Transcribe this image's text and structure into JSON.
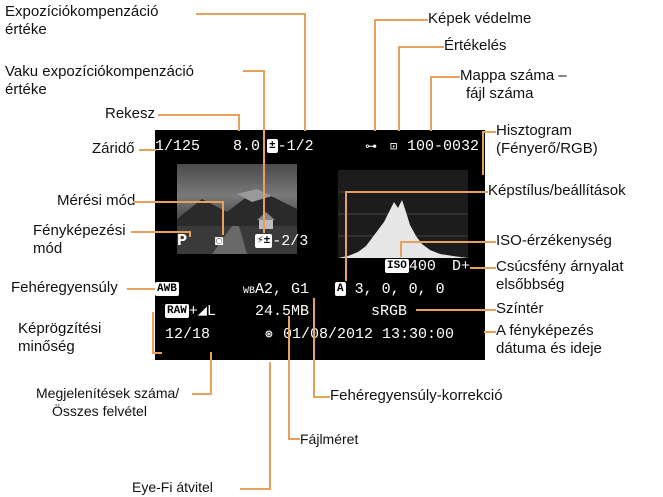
{
  "labels": {
    "exp_comp": [
      "Expozíciókompenzáció",
      "értéke"
    ],
    "flash_comp": [
      "Vaku expozíciókompenzáció",
      "értéke"
    ],
    "aperture": "Rekesz",
    "shutter": "Záridő",
    "metering": "Mérési mód",
    "shooting_mode": [
      "Fényképezési",
      "mód"
    ],
    "white_balance": "Fehéregyensúly",
    "image_quality": [
      "Képrögzítési",
      "minőség"
    ],
    "playback_count": [
      "Megjelenítések száma/",
      "Összes felvétel"
    ],
    "eyefi": "Eye-Fi átvitel",
    "file_size": "Fájlméret",
    "wb_correction": "Fehéregyensúly-korrekció",
    "protect": "Képek védelme",
    "rating": "Értékelés",
    "folder_file": [
      "Mappa száma –",
      "fájl száma"
    ],
    "histogram": [
      "Hisztogram",
      "(Fényerő/RGB)"
    ],
    "picture_style": "Képstílus/beállítások",
    "iso": "ISO-érzékenység",
    "highlight_tone": [
      "Csúcsfény árnyalat",
      "elsőbbség"
    ],
    "color_space": "Színtér",
    "date_time": [
      "A fényképezés",
      "dátuma és ideje"
    ]
  },
  "screen": {
    "shutter": "1/125",
    "aperture": "8.0",
    "exp_comp_icon": "±",
    "exp_comp": "-1/2",
    "protect_icon": "key-icon",
    "rating_icon": "rating-icon",
    "folder_file": "100-0032",
    "mode": "P",
    "metering_icon": "evaluative-metering-icon",
    "flash_comp_icon": "flash-comp-icon",
    "flash_comp": "-2/3",
    "iso_prefix": "ISO",
    "iso": "400",
    "highlight_tone": "D+",
    "wb_badge": "AWB",
    "wb_correction_prefix": "WB",
    "wb_correction": "A2, G1",
    "picture_style_badge": "A",
    "picture_style": "3, 0, 0, 0",
    "quality_badge": "RAW",
    "quality_suffix": "+◢L",
    "file_size": "24.5MB",
    "color_space": "sRGB",
    "playback_count": "12/18",
    "eyefi_icon": "eyefi-icon",
    "datetime": "01/08/2012 13:30:00"
  },
  "colors": {
    "leader": "#e8a15a",
    "screen_bg": "#000000",
    "screen_text": "#ffffff"
  }
}
